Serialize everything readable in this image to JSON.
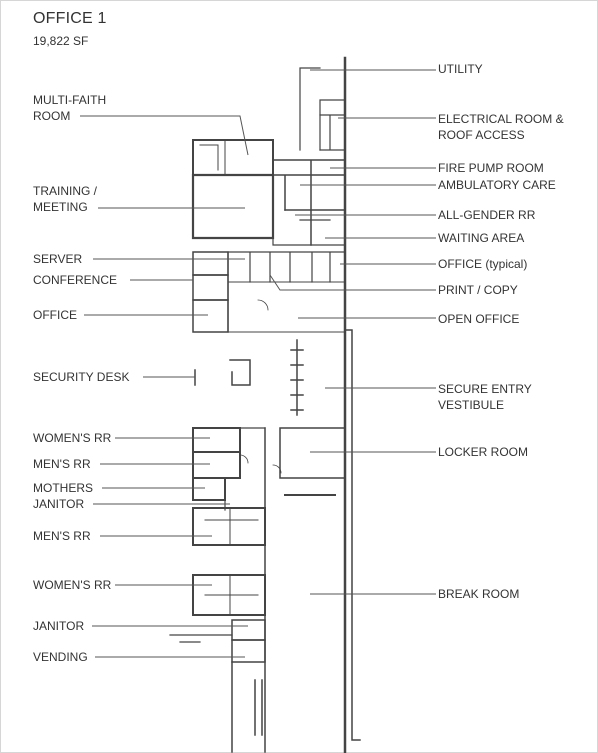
{
  "header": {
    "title": "OFFICE 1",
    "area": "19,822 SF"
  },
  "labels_left": [
    {
      "key": "multi-faith",
      "lines": [
        "MULTI-FAITH",
        "ROOM"
      ]
    },
    {
      "key": "training",
      "lines": [
        "TRAINING /",
        "MEETING"
      ]
    },
    {
      "key": "server",
      "lines": [
        "SERVER"
      ]
    },
    {
      "key": "conference",
      "lines": [
        "CONFERENCE"
      ]
    },
    {
      "key": "office",
      "lines": [
        "OFFICE"
      ]
    },
    {
      "key": "security-desk",
      "lines": [
        "SECURITY DESK"
      ]
    },
    {
      "key": "womens-rr-1",
      "lines": [
        "WOMEN'S RR"
      ]
    },
    {
      "key": "mens-rr-1",
      "lines": [
        "MEN'S RR"
      ]
    },
    {
      "key": "mothers",
      "lines": [
        "MOTHERS"
      ]
    },
    {
      "key": "janitor-1",
      "lines": [
        "JANITOR"
      ]
    },
    {
      "key": "mens-rr-2",
      "lines": [
        "MEN'S RR"
      ]
    },
    {
      "key": "womens-rr-2",
      "lines": [
        "WOMEN'S RR"
      ]
    },
    {
      "key": "janitor-2",
      "lines": [
        "JANITOR"
      ]
    },
    {
      "key": "vending",
      "lines": [
        "VENDING"
      ]
    }
  ],
  "labels_right": [
    {
      "key": "utility",
      "lines": [
        "UTILITY"
      ]
    },
    {
      "key": "electrical",
      "lines": [
        "ELECTRICAL ROOM &",
        "ROOF ACCESS"
      ]
    },
    {
      "key": "fire-pump",
      "lines": [
        "FIRE PUMP ROOM"
      ]
    },
    {
      "key": "ambulatory",
      "lines": [
        "AMBULATORY CARE"
      ]
    },
    {
      "key": "all-gender",
      "lines": [
        "ALL-GENDER RR"
      ]
    },
    {
      "key": "waiting",
      "lines": [
        "WAITING AREA"
      ]
    },
    {
      "key": "office-typical",
      "lines": [
        "OFFICE (typical)"
      ]
    },
    {
      "key": "print-copy",
      "lines": [
        "PRINT / COPY"
      ]
    },
    {
      "key": "open-office",
      "lines": [
        "OPEN OFFICE"
      ]
    },
    {
      "key": "secure-entry",
      "lines": [
        "SECURE ENTRY",
        "VESTIBULE"
      ]
    },
    {
      "key": "locker-room",
      "lines": [
        "LOCKER ROOM"
      ]
    },
    {
      "key": "break-room",
      "lines": [
        "BREAK ROOM"
      ]
    }
  ]
}
